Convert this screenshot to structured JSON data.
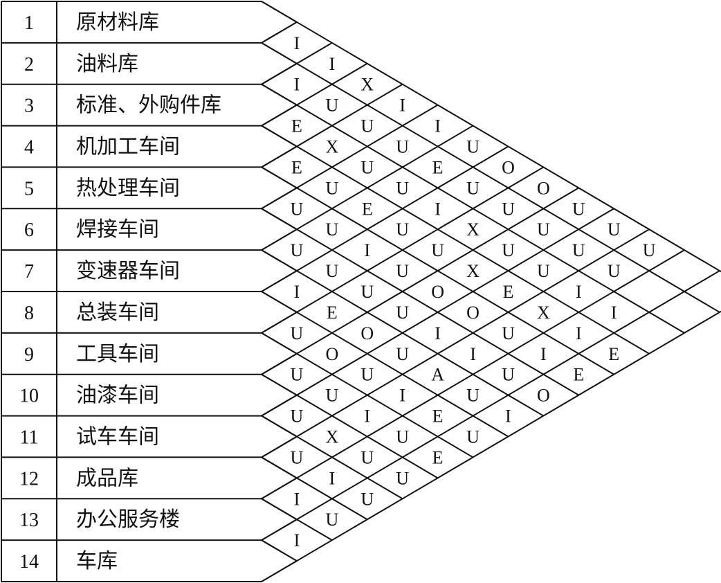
{
  "departments": [
    {
      "num": "1",
      "name": "原材料库"
    },
    {
      "num": "2",
      "name": "油料库"
    },
    {
      "num": "3",
      "name": "标准、外购件库"
    },
    {
      "num": "4",
      "name": "机加工车间"
    },
    {
      "num": "5",
      "name": "热处理车间"
    },
    {
      "num": "6",
      "name": "焊接车间"
    },
    {
      "num": "7",
      "name": "变速器车间"
    },
    {
      "num": "8",
      "name": "总装车间"
    },
    {
      "num": "9",
      "name": "工具车间"
    },
    {
      "num": "10",
      "name": "油漆车间"
    },
    {
      "num": "11",
      "name": "试车车间"
    },
    {
      "num": "12",
      "name": "成品库"
    },
    {
      "num": "13",
      "name": "办公服务楼"
    },
    {
      "num": "14",
      "name": "车库"
    }
  ],
  "relations": [
    "I",
    "I",
    "E",
    "E",
    "U",
    "U",
    "I",
    "U",
    "U",
    "U",
    "U",
    "I",
    "I",
    "I",
    "U",
    "X",
    "U",
    "U",
    "U",
    "E",
    "O",
    "U",
    "X",
    "I",
    "U",
    "X",
    "U",
    "U",
    "E",
    "I",
    "U",
    "O",
    "U",
    "I",
    "U",
    "U",
    "I",
    "U",
    "U",
    "U",
    "U",
    "U",
    "U",
    "I",
    "U",
    "U",
    "I",
    "E",
    "I",
    "U",
    "O",
    "I",
    "A",
    "E",
    "E",
    "U",
    "U",
    "X",
    "X",
    "O",
    "I",
    "U",
    "U",
    "O",
    "U",
    "U",
    "E",
    "U",
    "U",
    "I",
    "O",
    "U",
    "U",
    "X",
    "I",
    "O",
    "U",
    "U",
    "I",
    "I",
    "E",
    "U",
    "U",
    "I",
    "E",
    "U"
  ]
}
